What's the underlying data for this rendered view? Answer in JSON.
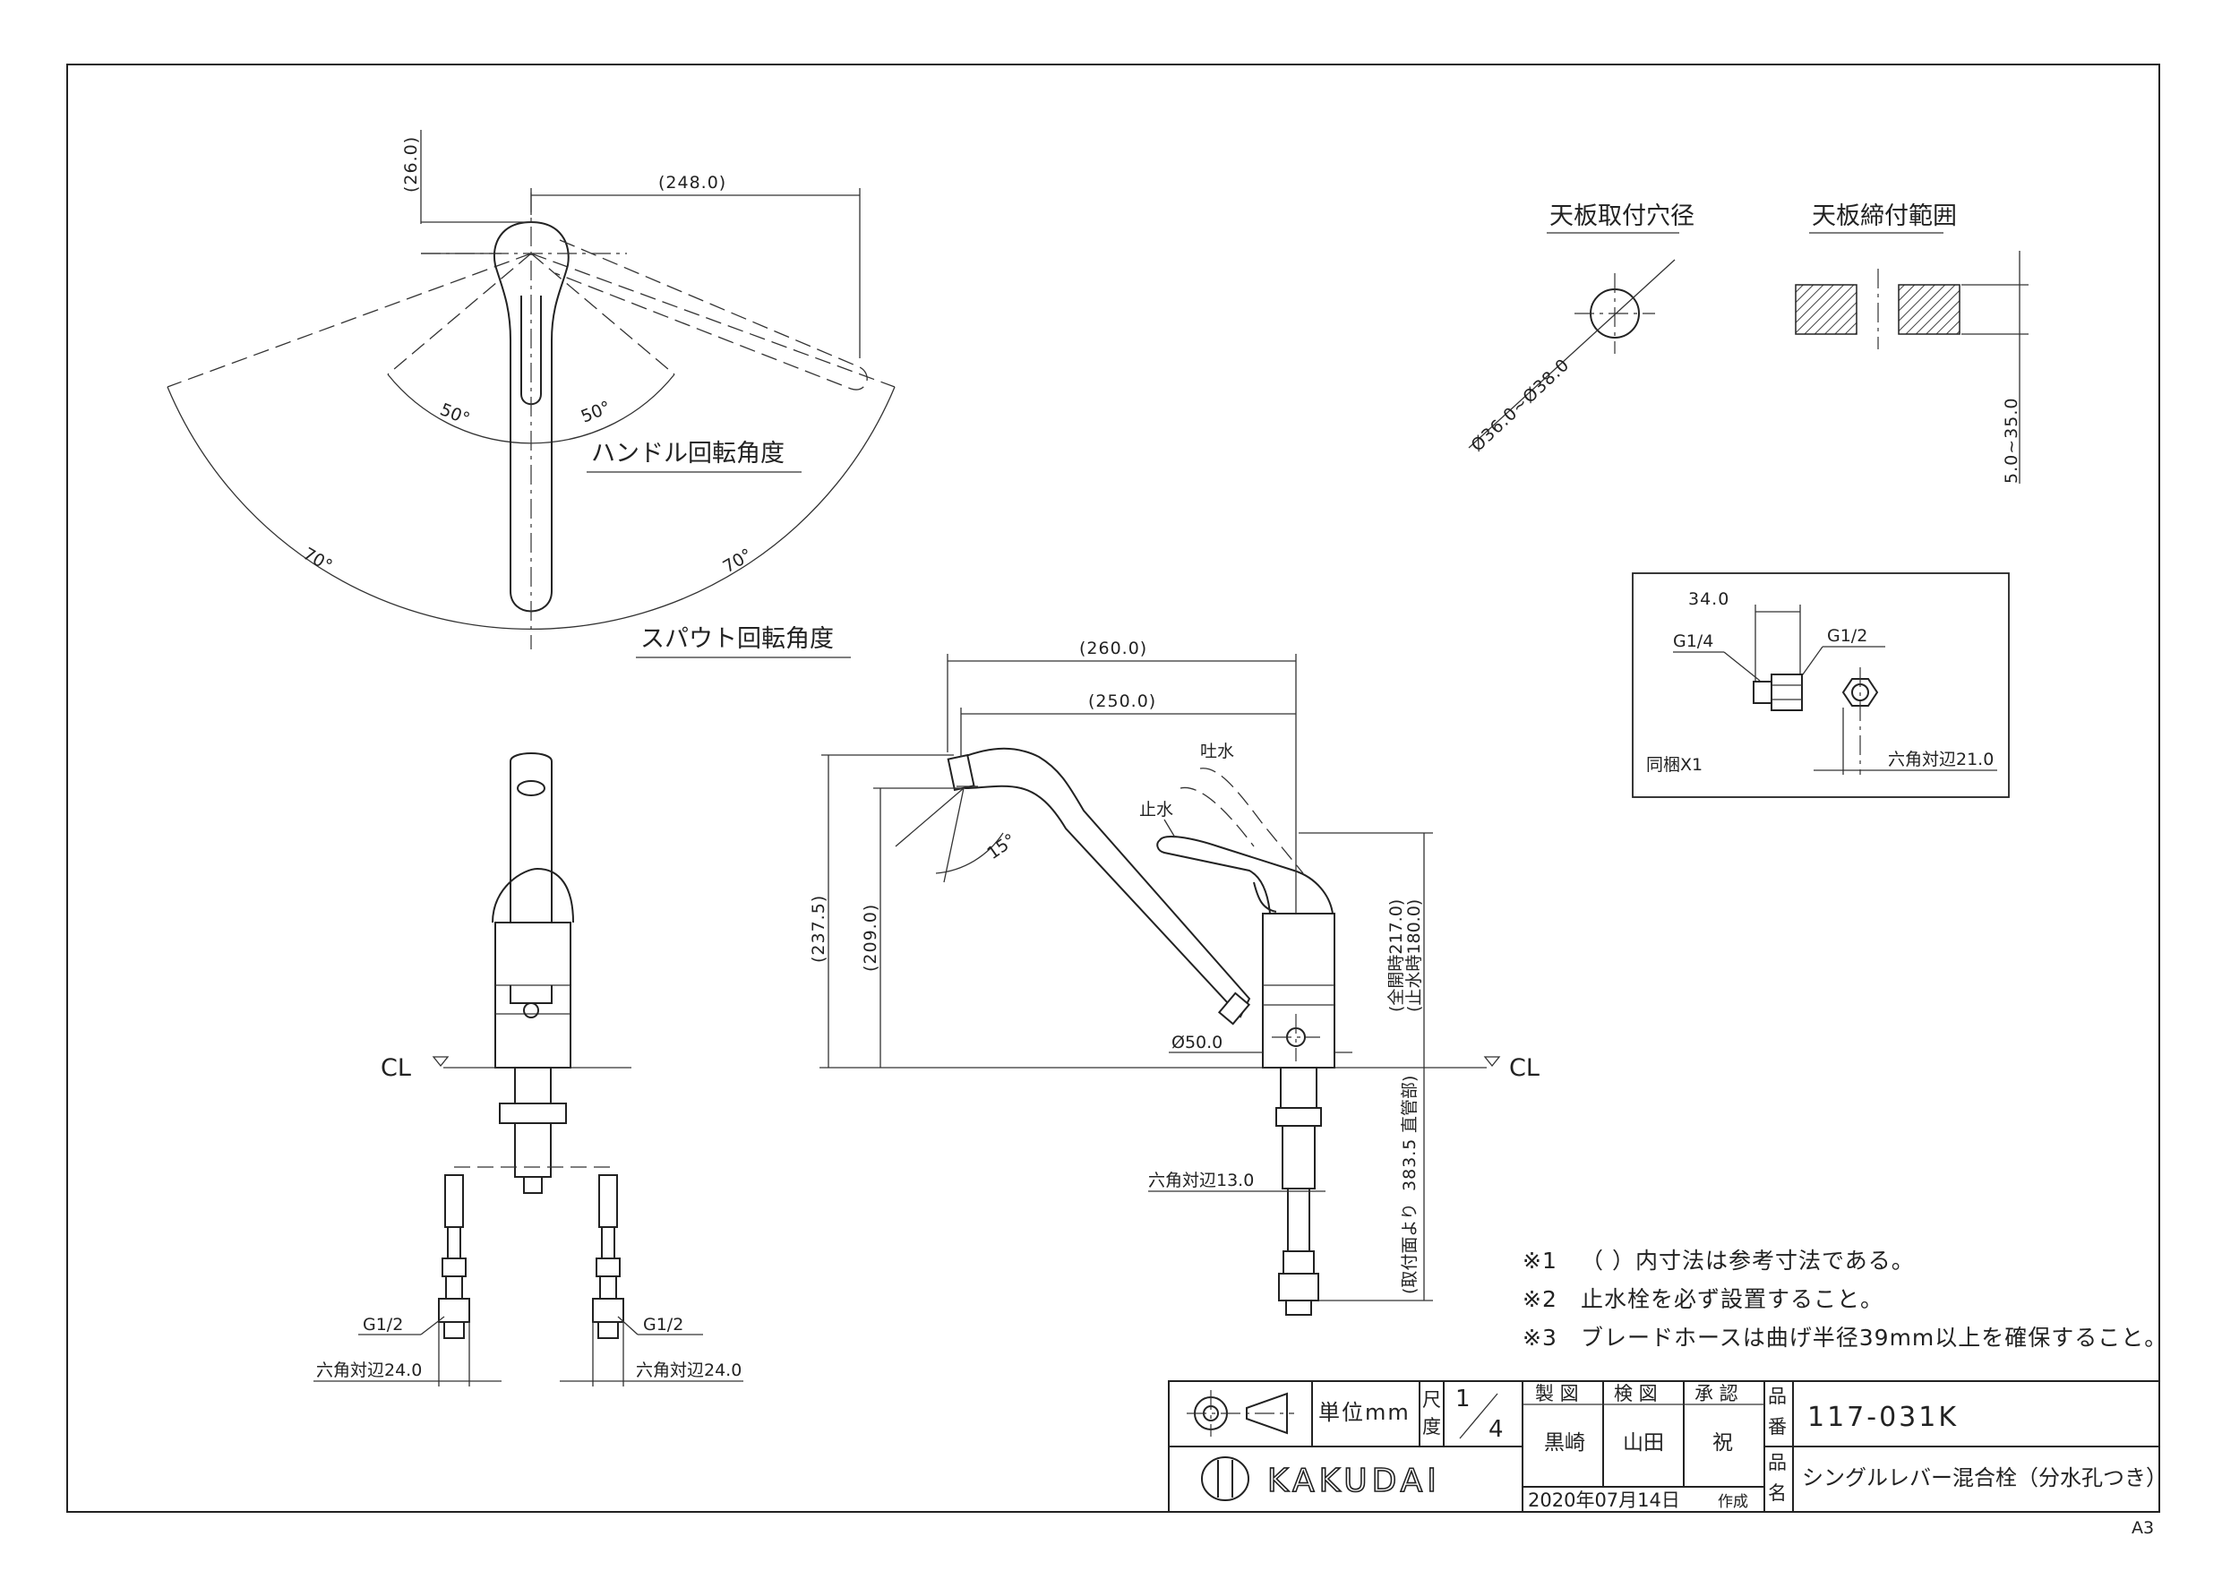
{
  "top_view": {
    "dim_height": "(26.0)",
    "dim_reach": "(248.0)",
    "angle_handle_left": "50°",
    "angle_handle_right": "50°",
    "angle_spout_left": "70°",
    "angle_spout_right": "70°",
    "label_handle": "ハンドル回転角度",
    "label_spout": "スパウト回転角度"
  },
  "mount_hole": {
    "title": "天板取付穴径",
    "dim": "Ø36.0~Ø38.0"
  },
  "clamp_range": {
    "title": "天板締付範囲",
    "dim": "5.0~35.0"
  },
  "accessory_box": {
    "dim_34": "34.0",
    "g14": "G1/4",
    "g12": "G1/2",
    "hex": "六角対辺21.0",
    "qty": "同梱X1"
  },
  "front_view": {
    "cl": "CL",
    "g12_left": "G1/2",
    "g12_right": "G1/2",
    "hex_left": "六角対辺24.0",
    "hex_right": "六角対辺24.0"
  },
  "side_view": {
    "dim_260": "(260.0)",
    "dim_250": "(250.0)",
    "dim_2375": "(237.5)",
    "dim_209": "(209.0)",
    "angle_15": "15°",
    "label_open": "吐水",
    "label_stop": "止水",
    "dim_open_stop_1": "(全開時217.0)",
    "dim_open_stop_2": "(止水時180.0)",
    "dim_dia50": "Ø50.0",
    "cl": "CL",
    "hex13": "六角対辺13.0",
    "dim_3835": "383.5",
    "dim_3835_from": "(取付面より",
    "dim_3835_to": "直管部)"
  },
  "notes": [
    {
      "mark": "※1",
      "text": "（ ）内寸法は参考寸法である。"
    },
    {
      "mark": "※2",
      "text": "止水栓を必ず設置すること。"
    },
    {
      "mark": "※3",
      "text": "ブレードホースは曲げ半径39mm以上を確保すること。"
    }
  ],
  "title_block": {
    "unit": "単位mm",
    "scale_label_1": "尺",
    "scale_label_2": "度",
    "scale_num": "1",
    "scale_den": "4",
    "role_draw": "製 図",
    "role_check": "検 図",
    "role_approve": "承 認",
    "name_draw": "黒崎",
    "name_check": "山田",
    "name_approve": "祝",
    "part_no_label_1": "品",
    "part_no_label_2": "番",
    "part_no": "117-031K",
    "part_name_label_1": "品",
    "part_name_label_2": "名",
    "part_name": "シングルレバー混合栓（分水孔つき）",
    "date": "2020年07月14日",
    "created": "作成",
    "brand": "KAKUDAI",
    "sheet_size": "A3"
  }
}
